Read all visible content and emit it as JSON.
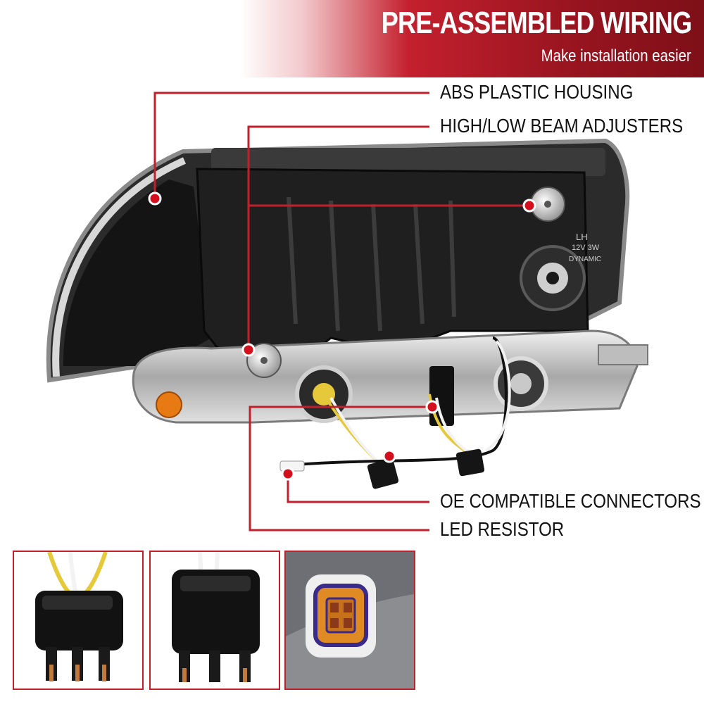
{
  "banner": {
    "title": "PRE-ASSEMBLED WIRING",
    "subtitle": "Make installation easier"
  },
  "callouts": {
    "housing": "ABS PLASTIC HOUSING",
    "adjusters": "HIGH/LOW BEAM ADJUSTERS",
    "connectors": "OE COMPATIBLE CONNECTORS",
    "resistor": "LED RESISTOR"
  },
  "product_labels": {
    "side": "LH",
    "spec": "12V 3W",
    "brand": "DYNAMIC"
  },
  "colors": {
    "accent": "#c0202c",
    "banner_dark": "#7e0f18",
    "housing": "#1c1c1c",
    "chrome": "#c8c8c8"
  }
}
